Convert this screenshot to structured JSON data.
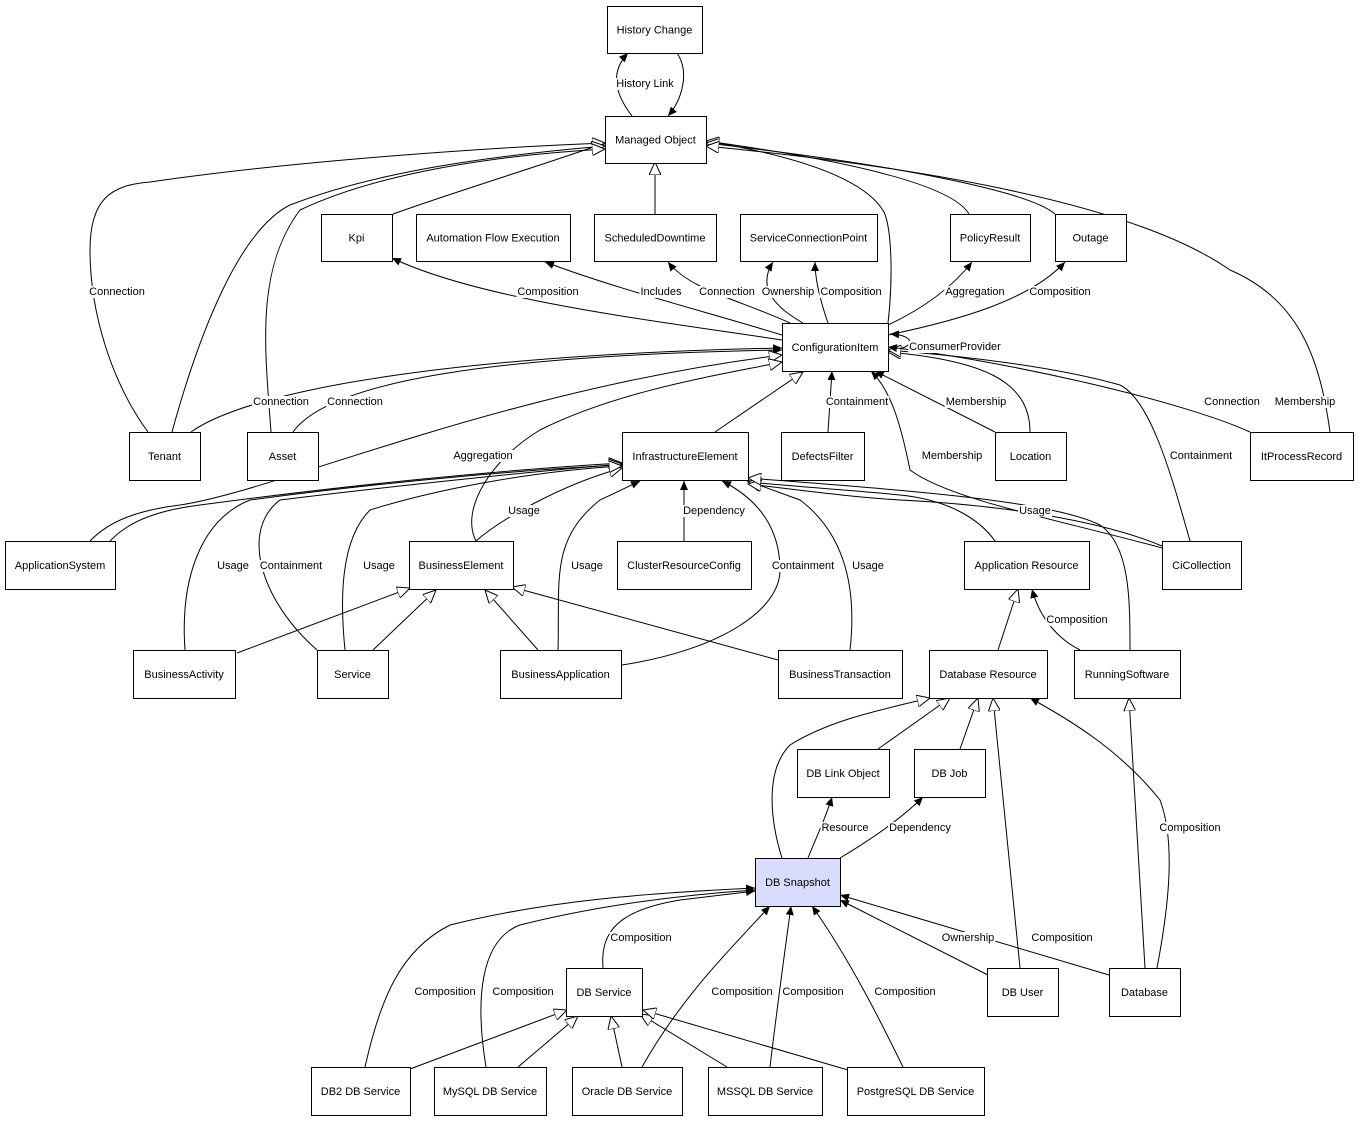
{
  "nodes": [
    {
      "id": "history_change",
      "label": "History Change"
    },
    {
      "id": "managed_object",
      "label": "Managed Object"
    },
    {
      "id": "kpi",
      "label": "Kpi"
    },
    {
      "id": "automation_flow",
      "label": "Automation Flow Execution"
    },
    {
      "id": "scheduled_downtime",
      "label": "ScheduledDowntime"
    },
    {
      "id": "service_connection_point",
      "label": "ServiceConnectionPoint"
    },
    {
      "id": "policy_result",
      "label": "PolicyResult"
    },
    {
      "id": "outage",
      "label": "Outage"
    },
    {
      "id": "configuration_item",
      "label": "ConfigurationItem"
    },
    {
      "id": "tenant",
      "label": "Tenant"
    },
    {
      "id": "asset",
      "label": "Asset"
    },
    {
      "id": "infrastructure_element",
      "label": "InfrastructureElement"
    },
    {
      "id": "defects_filter",
      "label": "DefectsFilter"
    },
    {
      "id": "location",
      "label": "Location"
    },
    {
      "id": "it_process_record",
      "label": "ItProcessRecord"
    },
    {
      "id": "application_system",
      "label": "ApplicationSystem"
    },
    {
      "id": "business_element",
      "label": "BusinessElement"
    },
    {
      "id": "cluster_resource_config",
      "label": "ClusterResourceConfig"
    },
    {
      "id": "application_resource",
      "label": "Application Resource"
    },
    {
      "id": "ci_collection",
      "label": "CiCollection"
    },
    {
      "id": "business_activity",
      "label": "BusinessActivity"
    },
    {
      "id": "service",
      "label": "Service"
    },
    {
      "id": "business_application",
      "label": "BusinessApplication"
    },
    {
      "id": "business_transaction",
      "label": "BusinessTransaction"
    },
    {
      "id": "database_resource",
      "label": "Database Resource"
    },
    {
      "id": "running_software",
      "label": "RunningSoftware"
    },
    {
      "id": "db_link_object",
      "label": "DB Link Object"
    },
    {
      "id": "db_job",
      "label": "DB Job"
    },
    {
      "id": "db_snapshot",
      "label": "DB Snapshot"
    },
    {
      "id": "db_service",
      "label": "DB Service"
    },
    {
      "id": "db_user",
      "label": "DB User"
    },
    {
      "id": "database",
      "label": "Database"
    },
    {
      "id": "db2_db_service",
      "label": "DB2 DB Service"
    },
    {
      "id": "mysql_db_service",
      "label": "MySQL DB Service"
    },
    {
      "id": "oracle_db_service",
      "label": "Oracle DB Service"
    },
    {
      "id": "mssql_db_service",
      "label": "MSSQL DB Service"
    },
    {
      "id": "postgresql_db_service",
      "label": "PostgreSQL DB Service"
    }
  ],
  "edge_labels": [
    {
      "id": "history_link",
      "label": "History Link"
    },
    {
      "id": "tenant_conn_mo",
      "label": "Connection"
    },
    {
      "id": "ci_kpi",
      "label": "Composition"
    },
    {
      "id": "ci_afe",
      "label": "Includes"
    },
    {
      "id": "ci_sd",
      "label": "Connection"
    },
    {
      "id": "ci_scp_own",
      "label": "Ownership"
    },
    {
      "id": "ci_scp_comp",
      "label": "Composition"
    },
    {
      "id": "ci_pr",
      "label": "Aggregation"
    },
    {
      "id": "ci_out",
      "label": "Composition"
    },
    {
      "id": "ci_self",
      "label": "ConsumerProvider"
    },
    {
      "id": "tenant_ci",
      "label": "Connection"
    },
    {
      "id": "asset_ci",
      "label": "Connection"
    },
    {
      "id": "defects_ci",
      "label": "Containment"
    },
    {
      "id": "loc_ci",
      "label": "Membership"
    },
    {
      "id": "cic_ci_mem",
      "label": "Membership"
    },
    {
      "id": "cic_ci_cont",
      "label": "Containment"
    },
    {
      "id": "ipr_ci_conn",
      "label": "Connection"
    },
    {
      "id": "ipr_mo_mem",
      "label": "Membership"
    },
    {
      "id": "as_ie",
      "label": "Aggregation"
    },
    {
      "id": "be_ie",
      "label": "Usage"
    },
    {
      "id": "crc_ie",
      "label": "Dependency"
    },
    {
      "id": "cic_ie",
      "label": "Usage"
    },
    {
      "id": "ba_ie",
      "label": "Usage"
    },
    {
      "id": "svc_ie_cont",
      "label": "Containment"
    },
    {
      "id": "svc_ie_use",
      "label": "Usage"
    },
    {
      "id": "bapp_ie",
      "label": "Usage"
    },
    {
      "id": "bapp_ie_cont",
      "label": "Containment"
    },
    {
      "id": "bt_ie",
      "label": "Usage"
    },
    {
      "id": "rs_ar",
      "label": "Composition"
    },
    {
      "id": "dbs_dblo",
      "label": "Resource"
    },
    {
      "id": "dbs_dbj",
      "label": "Dependency"
    },
    {
      "id": "db_dbr",
      "label": "Composition"
    },
    {
      "id": "dbsvc_dbs",
      "label": "Composition"
    },
    {
      "id": "dbu_dbs",
      "label": "Ownership"
    },
    {
      "id": "database_dbs",
      "label": "Composition"
    },
    {
      "id": "db2_dbs",
      "label": "Composition"
    },
    {
      "id": "mysql_dbs",
      "label": "Composition"
    },
    {
      "id": "oracle_dbs",
      "label": "Composition"
    },
    {
      "id": "mssql_dbs",
      "label": "Composition"
    },
    {
      "id": "pg_dbs",
      "label": "Composition"
    }
  ],
  "colors": {
    "highlight": "#d9dcfc",
    "stroke": "#000000",
    "fill": "#ffffff"
  }
}
